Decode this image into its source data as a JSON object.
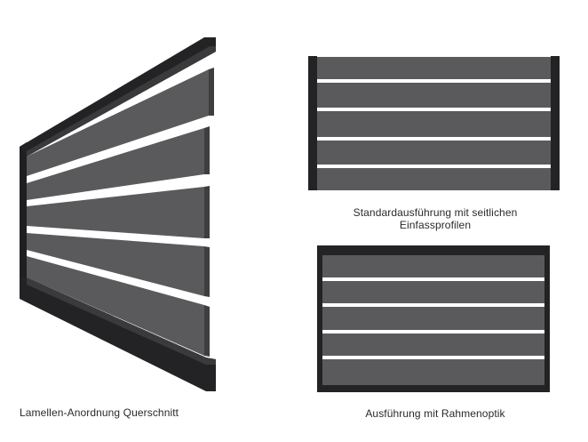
{
  "captions": {
    "perspective": "Lamellen-Anordnung Querschnitt",
    "standard_line1": "Standardausführung mit seitlichen",
    "standard_line2": "Einfassprofilen",
    "frame": "Ausführung mit Rahmenoptik"
  },
  "colors": {
    "background": "#ffffff",
    "slat": "#5a5a5c",
    "slat_dark": "#3e3e40",
    "profile": "#232325",
    "profile_edge": "#3a3a3c",
    "gap": "#ffffff"
  },
  "figures": {
    "standard_slat_count": 5,
    "frame_slat_count": 5
  }
}
